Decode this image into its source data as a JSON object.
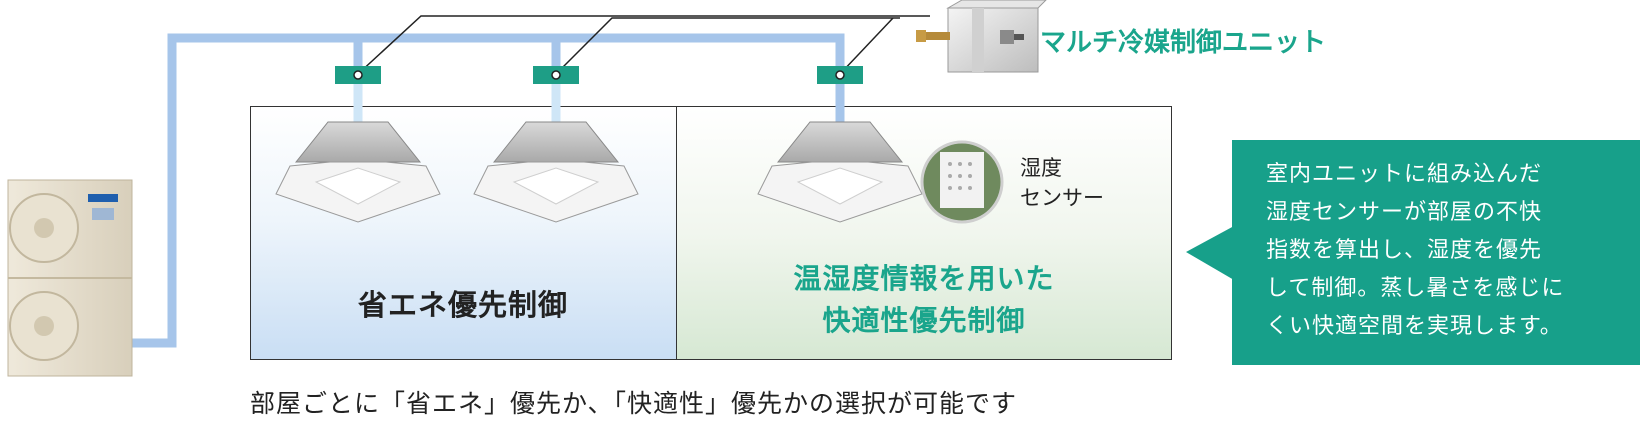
{
  "multi_unit": {
    "label": "マルチ冷媒制御ユニット"
  },
  "rooms": [
    {
      "label": "省エネ優先制御"
    },
    {
      "label_lines": [
        "温湿度情報を用いた",
        "快適性優先制御"
      ]
    }
  ],
  "sensor": {
    "label_lines": [
      "湿度",
      "センサー"
    ]
  },
  "callout": {
    "lines": [
      "室内ユニットに組み込んだ",
      "湿度センサーが部屋の不快",
      "指数を算出し、湿度を優先",
      "して制御。蒸し暑さを感じに",
      "くい快適空間を実現します。"
    ]
  },
  "caption": "部屋ごとに「省エネ」優先か、「快適性」優先かの選択が可能です",
  "colors": {
    "accent_teal": "#1aa58c",
    "callout_bg": "#17a08a",
    "pipe_blue": "#a6c5ea",
    "connector_teal": "#1e9e86"
  }
}
